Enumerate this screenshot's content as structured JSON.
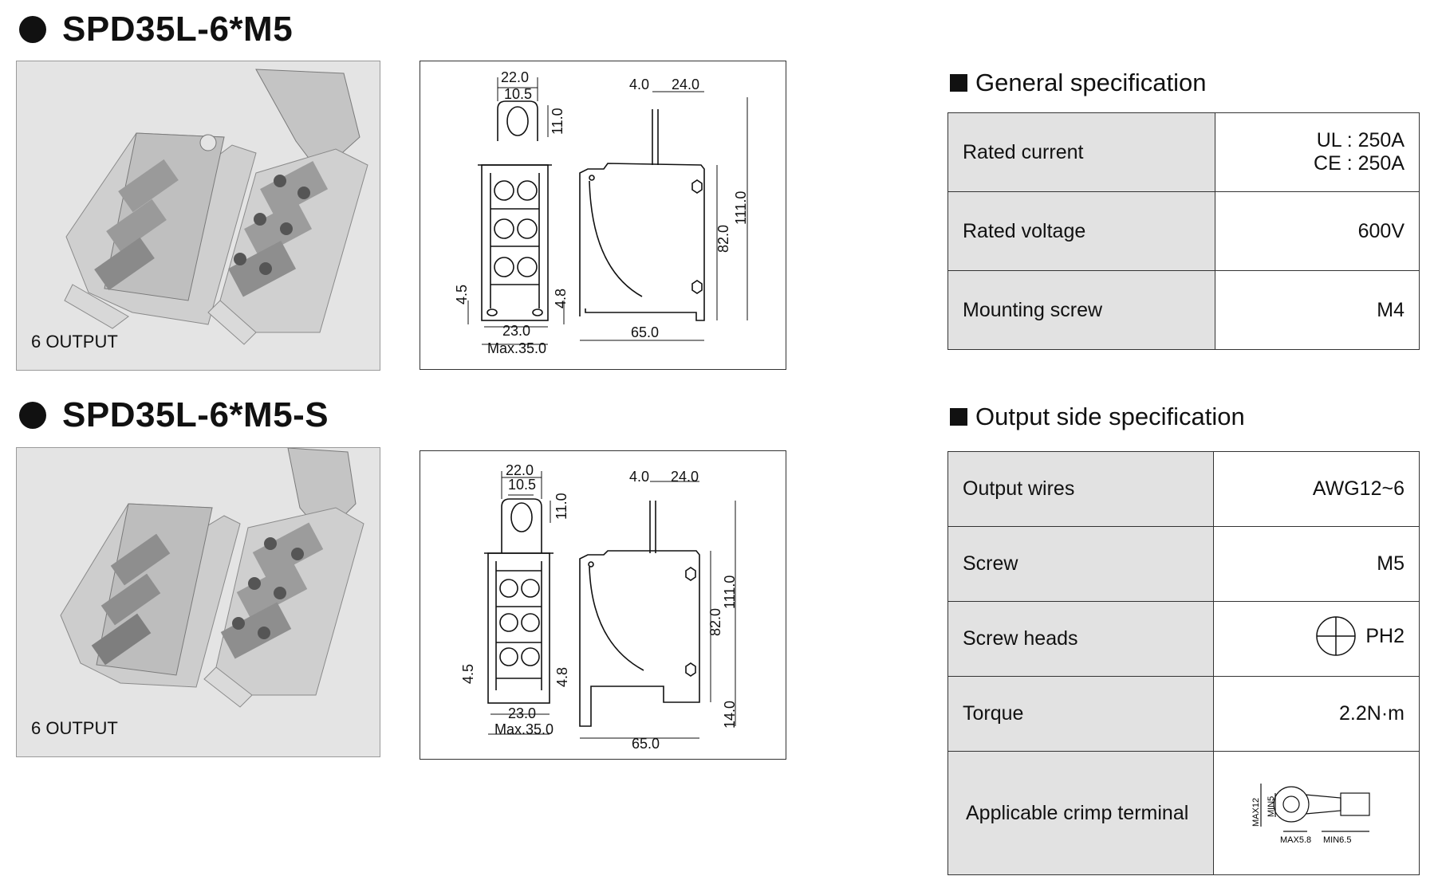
{
  "products": [
    {
      "title": "SPD35L-6*M5",
      "photo_label": "6 OUTPUT",
      "dims": {
        "w1": "22.0",
        "w2": "10.5",
        "tab": "11.0",
        "left": "4.5",
        "right": "4.8",
        "bottom1": "23.0",
        "bottom2": "Max.35.0",
        "side_t": "4.0",
        "side_w": "24.0",
        "h1": "82.0",
        "h2": "111.0",
        "depth": "65.0"
      }
    },
    {
      "title": "SPD35L-6*M5-S",
      "photo_label": "6 OUTPUT",
      "dims": {
        "w1": "22.0",
        "w2": "10.5",
        "tab": "11.0",
        "left": "4.5",
        "right": "4.8",
        "bottom1": "23.0",
        "bottom2": "Max.35.0",
        "side_t": "4.0",
        "side_w": "24.0",
        "h1": "82.0",
        "h2": "111.0",
        "h3": "14.0",
        "depth": "65.0"
      }
    }
  ],
  "general_spec": {
    "title": "General specification",
    "rows": [
      {
        "label": "Rated current",
        "values": [
          "UL : 250A",
          "CE : 250A"
        ]
      },
      {
        "label": "Rated voltage",
        "values": [
          "600V"
        ]
      },
      {
        "label": "Mounting screw",
        "values": [
          "M4"
        ]
      }
    ]
  },
  "output_spec": {
    "title": "Output side specification",
    "rows": [
      {
        "label": "Output wires",
        "value": "AWG12~6"
      },
      {
        "label": "Screw",
        "value": "M5"
      },
      {
        "label": "Screw heads",
        "value": "PH2",
        "icon": "phillips-head-icon"
      },
      {
        "label": "Torque",
        "value": "2.2N·m"
      },
      {
        "label": "Applicable crimp terminal",
        "icon": "crimp-terminal-icon",
        "terminal_dims": {
          "max_h": "MAX12",
          "min_h": "MIN5",
          "max_w": "MAX5.8",
          "min_w": "MIN6.5"
        }
      }
    ]
  }
}
